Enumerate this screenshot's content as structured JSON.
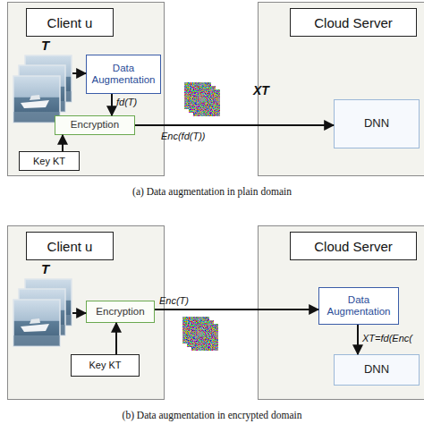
{
  "diagram": {
    "nodes": [
      {
        "text": [
          "Client u"
        ]
      },
      {
        "text": [
          "T"
        ],
        "in": 0
      },
      {
        "text": [
          "Data Augmentation"
        ],
        "in": 0
      },
      {
        "text": [
          "Encryption"
        ],
        "in": 0
      },
      {
        "text": [
          "Key KT"
        ],
        "in": 0
      },
      {
        "text": [
          "Cloud Server"
        ]
      },
      {
        "text": [
          "DNN"
        ],
        "in": 5
      },
      {
        "text": [
          "Client u"
        ]
      },
      {
        "text": [
          "T"
        ],
        "in": 7
      },
      {
        "text": [
          "Encryption"
        ],
        "in": 7
      },
      {
        "text": [
          "Key KT"
        ],
        "in": 7
      },
      {
        "text": [
          "Cloud Server"
        ]
      },
      {
        "text": [
          "Data Augmentation"
        ],
        "in": 11
      },
      {
        "text": [
          "DNN"
        ],
        "in": 11
      }
    ],
    "edges": [
      {
        "from": 1,
        "to": 2,
        "arrow": "to"
      },
      {
        "from": 2,
        "to": 3,
        "label": "fd(T)",
        "arrow": "to"
      },
      {
        "from": 4,
        "to": 3,
        "arrow": "to"
      },
      {
        "from": 3,
        "to": 6,
        "label": "Enc(fd(T))",
        "arrow": "to"
      },
      {
        "from": 8,
        "to": 9,
        "arrow": "to"
      },
      {
        "from": 10,
        "to": 9,
        "arrow": "to"
      },
      {
        "from": 9,
        "to": 12,
        "label": "Enc(T)",
        "arrow": "to"
      },
      {
        "from": 12,
        "to": 13,
        "label": "XT=fd(Enc(",
        "arrow": "to"
      }
    ],
    "labels": [
      "XT",
      "(a) Data augmentation in plain domain",
      "(b) Data augmentation in encrypted domain"
    ]
  }
}
